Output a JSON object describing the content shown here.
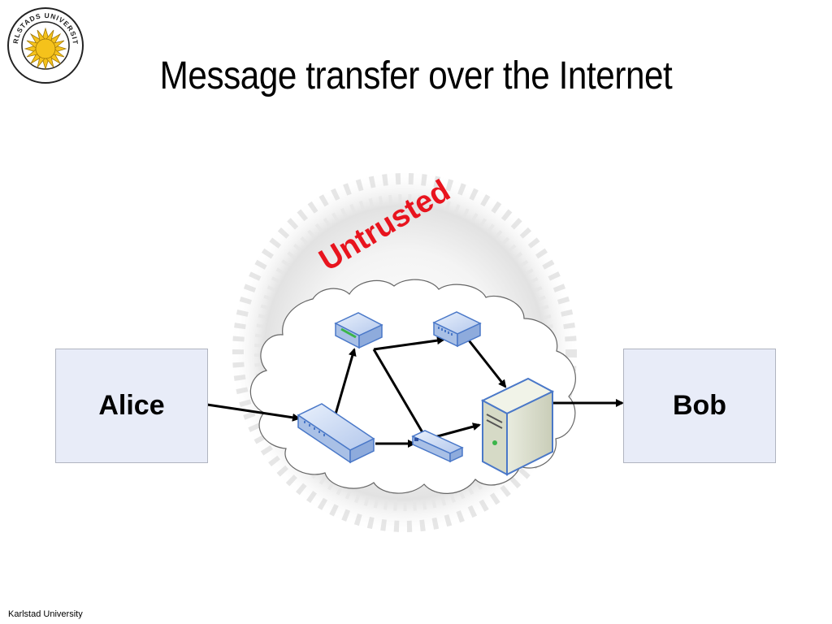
{
  "title": "Message transfer over the Internet",
  "logo": {
    "text": "KARLSTADS UNIVERSITET",
    "sun_color": "#f5c21b"
  },
  "nodes": {
    "alice": "Alice",
    "bob": "Bob"
  },
  "cloud_label": "Untrusted",
  "colors": {
    "label": "#e8141e",
    "box_fill": "#e8ecf8",
    "device_blue": "#4a78c8"
  },
  "footer": "Karlstad University"
}
